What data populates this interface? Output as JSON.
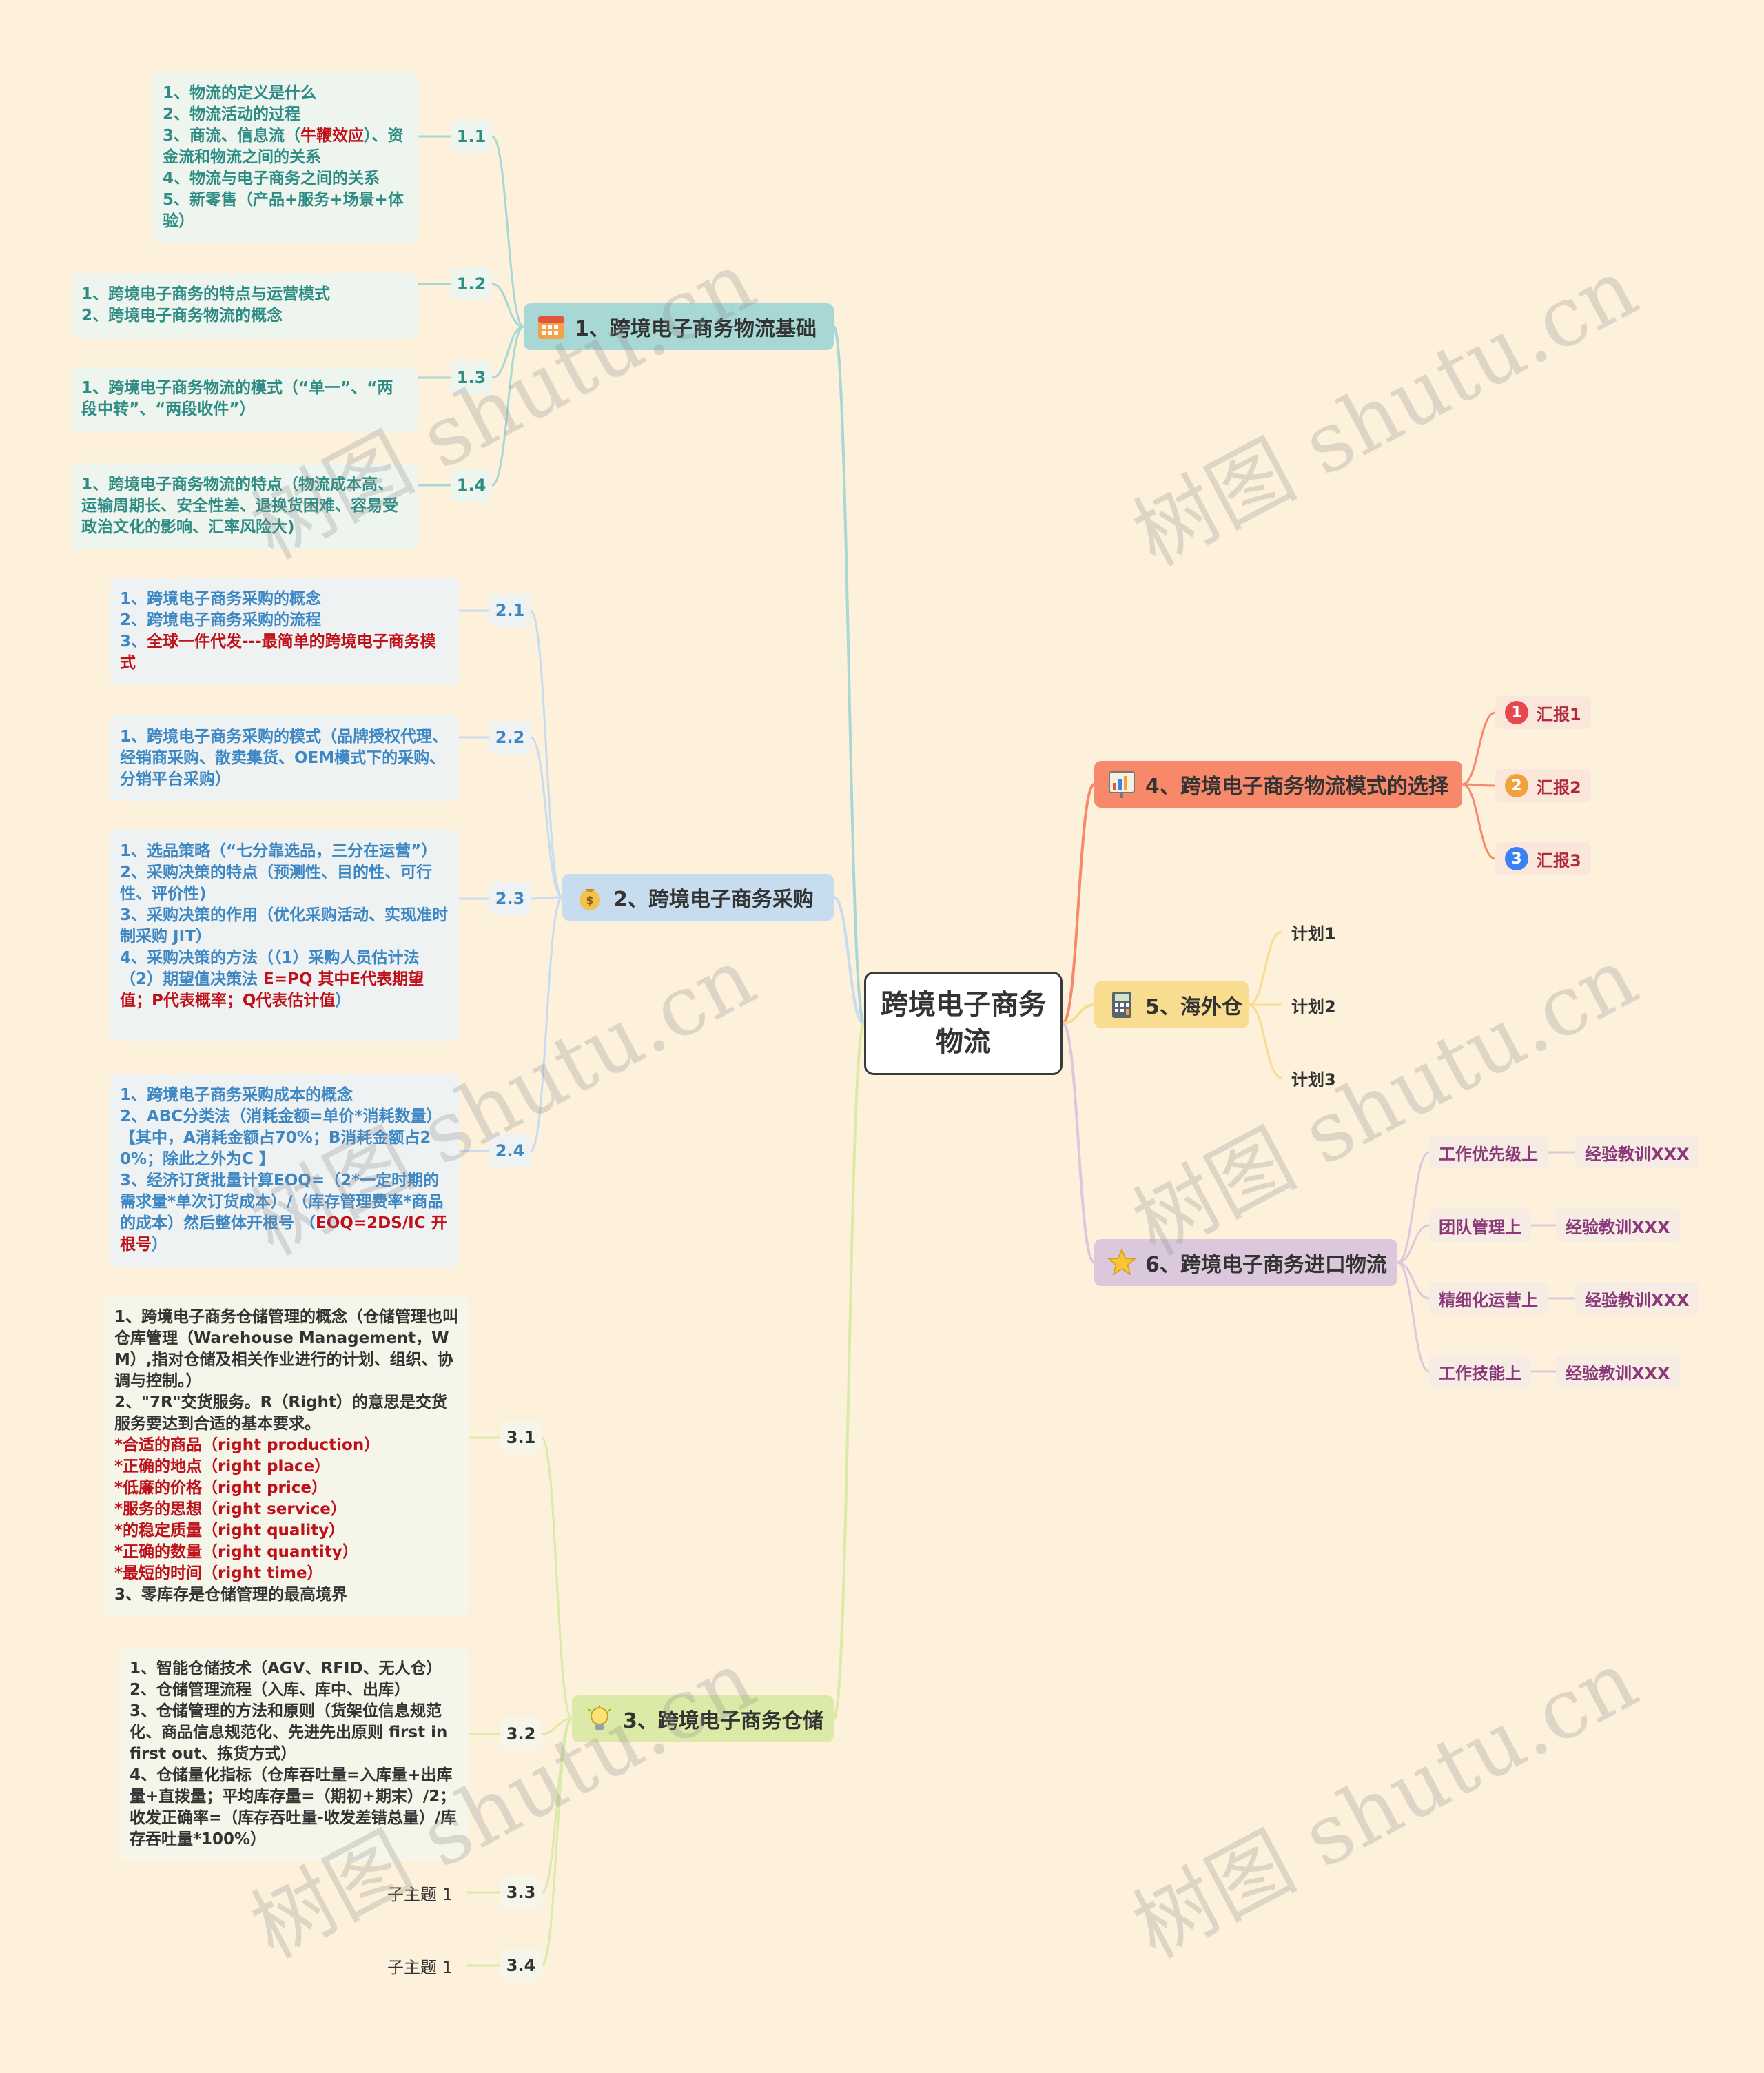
{
  "root": {
    "title": "跨境电子商务物流"
  },
  "branch1": {
    "title": "1、跨境电子商务物流基础",
    "icon": "calendar-icon",
    "color": "#a8d8d5",
    "subs": [
      {
        "label": "1.1",
        "lines": [
          [
            {
              "t": "1、物流的定义是什么"
            }
          ],
          [
            {
              "t": "2、物流活动的过程"
            }
          ],
          [
            {
              "t": "3、商流、信息流（"
            },
            {
              "t": "牛鞭效应",
              "red": true
            },
            {
              "t": "）、资金流和物流之间的关系"
            }
          ],
          [
            {
              "t": "4、物流与电子商务之间的关系"
            }
          ],
          [
            {
              "t": "5、新零售（产品+服务+场景+体验）"
            }
          ]
        ]
      },
      {
        "label": "1.2",
        "lines": [
          [
            {
              "t": "1、跨境电子商务的特点与运营模式"
            }
          ],
          [
            {
              "t": "2、跨境电子商务物流的概念"
            }
          ]
        ]
      },
      {
        "label": "1.3",
        "lines": [
          [
            {
              "t": "1、跨境电子商务物流的模式（“单一”、“两段中转”、“两段收件”）"
            }
          ]
        ]
      },
      {
        "label": "1.4",
        "lines": [
          [
            {
              "t": "1、跨境电子商务物流的特点（物流成本高、运输周期长、安全性差、退换货困难、容易受政治文化的影响、汇率风险大)"
            }
          ]
        ]
      }
    ]
  },
  "branch2": {
    "title": "2、跨境电子商务采购",
    "icon": "money-bag-icon",
    "color": "#c7dcef",
    "subs": [
      {
        "label": "2.1",
        "lines": [
          [
            {
              "t": "1、跨境电子商务采购的概念"
            }
          ],
          [
            {
              "t": "2、跨境电子商务采购的流程"
            }
          ],
          [
            {
              "t": "3、"
            },
            {
              "t": "全球一件代发---最简单的跨境电子商务模式",
              "red": true
            }
          ]
        ]
      },
      {
        "label": "2.2",
        "lines": [
          [
            {
              "t": "1、跨境电子商务采购的模式（品牌授权代理、经销商采购、散卖集货、OEM模式下的采购、分销平台采购）"
            }
          ]
        ]
      },
      {
        "label": "2.3",
        "lines": [
          [
            {
              "t": "1、选品策略（“七分靠选品，三分在运营”）"
            }
          ],
          [
            {
              "t": "2、采购决策的特点（预测性、目的性、可行性、评价性)"
            }
          ],
          [
            {
              "t": "3、采购决策的作用（优化采购活动、实现准时制采购 JIT）"
            }
          ],
          [
            {
              "t": "4、采购决策的方法（（1）采购人员估计法（2）期望值决策法 "
            },
            {
              "t": "E=PQ 其中E代表期望值；P代表概率；Q代表估计值",
              "red": true
            },
            {
              "t": "）"
            }
          ]
        ]
      },
      {
        "label": "2.4",
        "lines": [
          [
            {
              "t": "1、跨境电子商务采购成本的概念"
            }
          ],
          [
            {
              "t": "2、ABC分类法（消耗金额=单价*消耗数量）【其中，A消耗金额占70%；B消耗金额占20%；除此之外为C 】"
            }
          ],
          [
            {
              "t": "3、经济订货批量计算EOQ=（2*一定时期的需求量*单次订货成本）/（库存管理费率*商品的成本）然后整体开根号 （"
            },
            {
              "t": "EOQ=2DS/IC 开根号",
              "red": true
            },
            {
              "t": "）"
            }
          ]
        ]
      }
    ]
  },
  "branch3": {
    "title": "3、跨境电子商务仓储",
    "icon": "lightbulb-icon",
    "color": "#dbeaa7",
    "subs": [
      {
        "label": "3.1",
        "lines": [
          [
            {
              "t": "1、跨境电子商务仓储管理的概念（仓储管理也叫仓库管理（Warehouse Management，WM）,指对仓储及相关作业进行的计划、组织、协调与控制。）"
            }
          ],
          [
            {
              "t": "2、\"7R\"交货服务。R（Right）的意思是交货服务要达到合适的基本要求。"
            }
          ],
          [
            {
              "t": "*合适的商品（right production）",
              "red": true
            }
          ],
          [
            {
              "t": "*正确的地点（right place）",
              "red": true
            }
          ],
          [
            {
              "t": "*低廉的价格（right price）",
              "red": true
            }
          ],
          [
            {
              "t": "*服务的思想（right service）",
              "red": true
            }
          ],
          [
            {
              "t": "*的稳定质量（right quality）",
              "red": true
            }
          ],
          [
            {
              "t": "*正确的数量（right quantity）",
              "red": true
            }
          ],
          [
            {
              "t": "*最短的时间（right time）",
              "red": true
            }
          ],
          [
            {
              "t": "3、零库存是仓储管理的最高境界"
            }
          ]
        ]
      },
      {
        "label": "3.2",
        "lines": [
          [
            {
              "t": "1、智能仓储技术（AGV、RFID、无人仓）"
            }
          ],
          [
            {
              "t": "2、仓储管理流程（入库、库中、出库）"
            }
          ],
          [
            {
              "t": "3、仓储管理的方法和原则（货架位信息规范化、商品信息规范化、先进先出原则 first in first out、拣货方式）"
            }
          ],
          [
            {
              "t": "4、仓储量化指标（仓库吞吐量=入库量+出库量+直拨量；平均库存量=（期初+期末）/2；收发正确率=（库存吞吐量-收发差错总量）/库存吞吐量*100%）"
            }
          ]
        ]
      },
      {
        "label": "3.3",
        "text": "子主题 1"
      },
      {
        "label": "3.4",
        "text": "子主题 1"
      }
    ]
  },
  "branch4": {
    "title": "4、跨境电子商务物流模式的选择",
    "icon": "chart-board-icon",
    "color": "#f7886a",
    "items": [
      {
        "n": "1",
        "label": "汇报1",
        "color": "#e7484f"
      },
      {
        "n": "2",
        "label": "汇报2",
        "color": "#f2a23a"
      },
      {
        "n": "3",
        "label": "汇报3",
        "color": "#3b82f0"
      }
    ]
  },
  "branch5": {
    "title": "5、海外仓",
    "icon": "calculator-icon",
    "color": "#f8dc8f",
    "items": [
      "计划1",
      "计划2",
      "计划3"
    ]
  },
  "branch6": {
    "title": "6、跨境电子商务进口物流",
    "icon": "star-icon",
    "color": "#dcc8dc",
    "items": [
      {
        "label": "工作优先级上",
        "leaf": "经验教训XXX"
      },
      {
        "label": "团队管理上",
        "leaf": "经验教训XXX"
      },
      {
        "label": "精细化运营上",
        "leaf": "经验教训XXX"
      },
      {
        "label": "工作技能上",
        "leaf": "经验教训XXX"
      }
    ]
  },
  "watermark": "树图 shutu.cn"
}
